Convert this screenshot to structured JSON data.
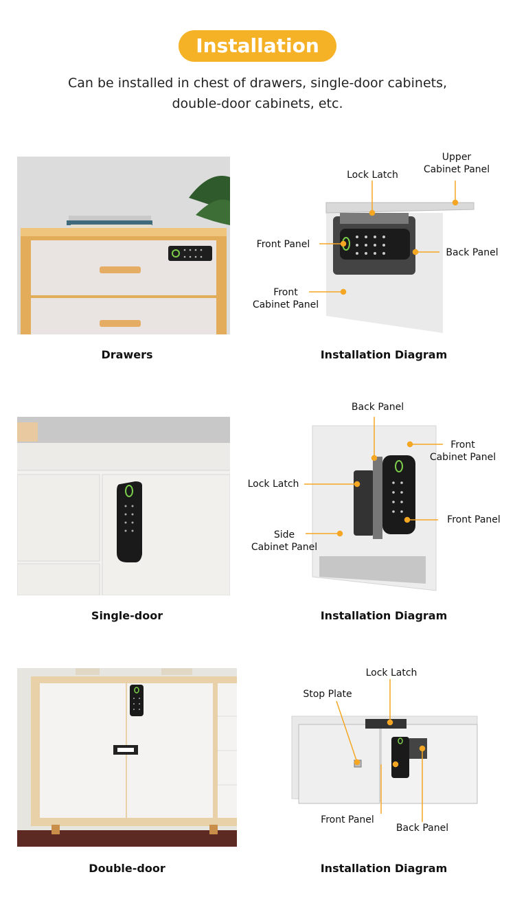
{
  "header": {
    "title": "Installation",
    "line1": "Can be installed in chest of drawers, single-door cabinets,",
    "line2": "double-door cabinets, etc."
  },
  "sections": [
    {
      "photo_caption": "Drawers",
      "diagram_caption": "Installation Diagram",
      "labels": {
        "lock_latch": "Lock Latch",
        "upper_1": "Upper",
        "upper_2": "Cabinet Panel",
        "front_panel": "Front Panel",
        "back_panel": "Back Panel",
        "front_cab_1": "Front",
        "front_cab_2": "Cabinet Panel"
      }
    },
    {
      "photo_caption": "Single-door",
      "diagram_caption": "Installation Diagram",
      "labels": {
        "back_panel": "Back Panel",
        "front_cab_1": "Front",
        "front_cab_2": "Cabinet Panel",
        "lock_latch": "Lock Latch",
        "front_panel": "Front Panel",
        "side_1": "Side",
        "side_2": "Cabinet Panel"
      }
    },
    {
      "photo_caption": "Double-door",
      "diagram_caption": "Installation Diagram",
      "labels": {
        "lock_latch": "Lock Latch",
        "stop_plate": "Stop Plate",
        "front_panel": "Front Panel",
        "back_panel": "Back Panel"
      }
    }
  ],
  "colors": {
    "accent": "#f6b227",
    "leader": "#f5a623"
  }
}
